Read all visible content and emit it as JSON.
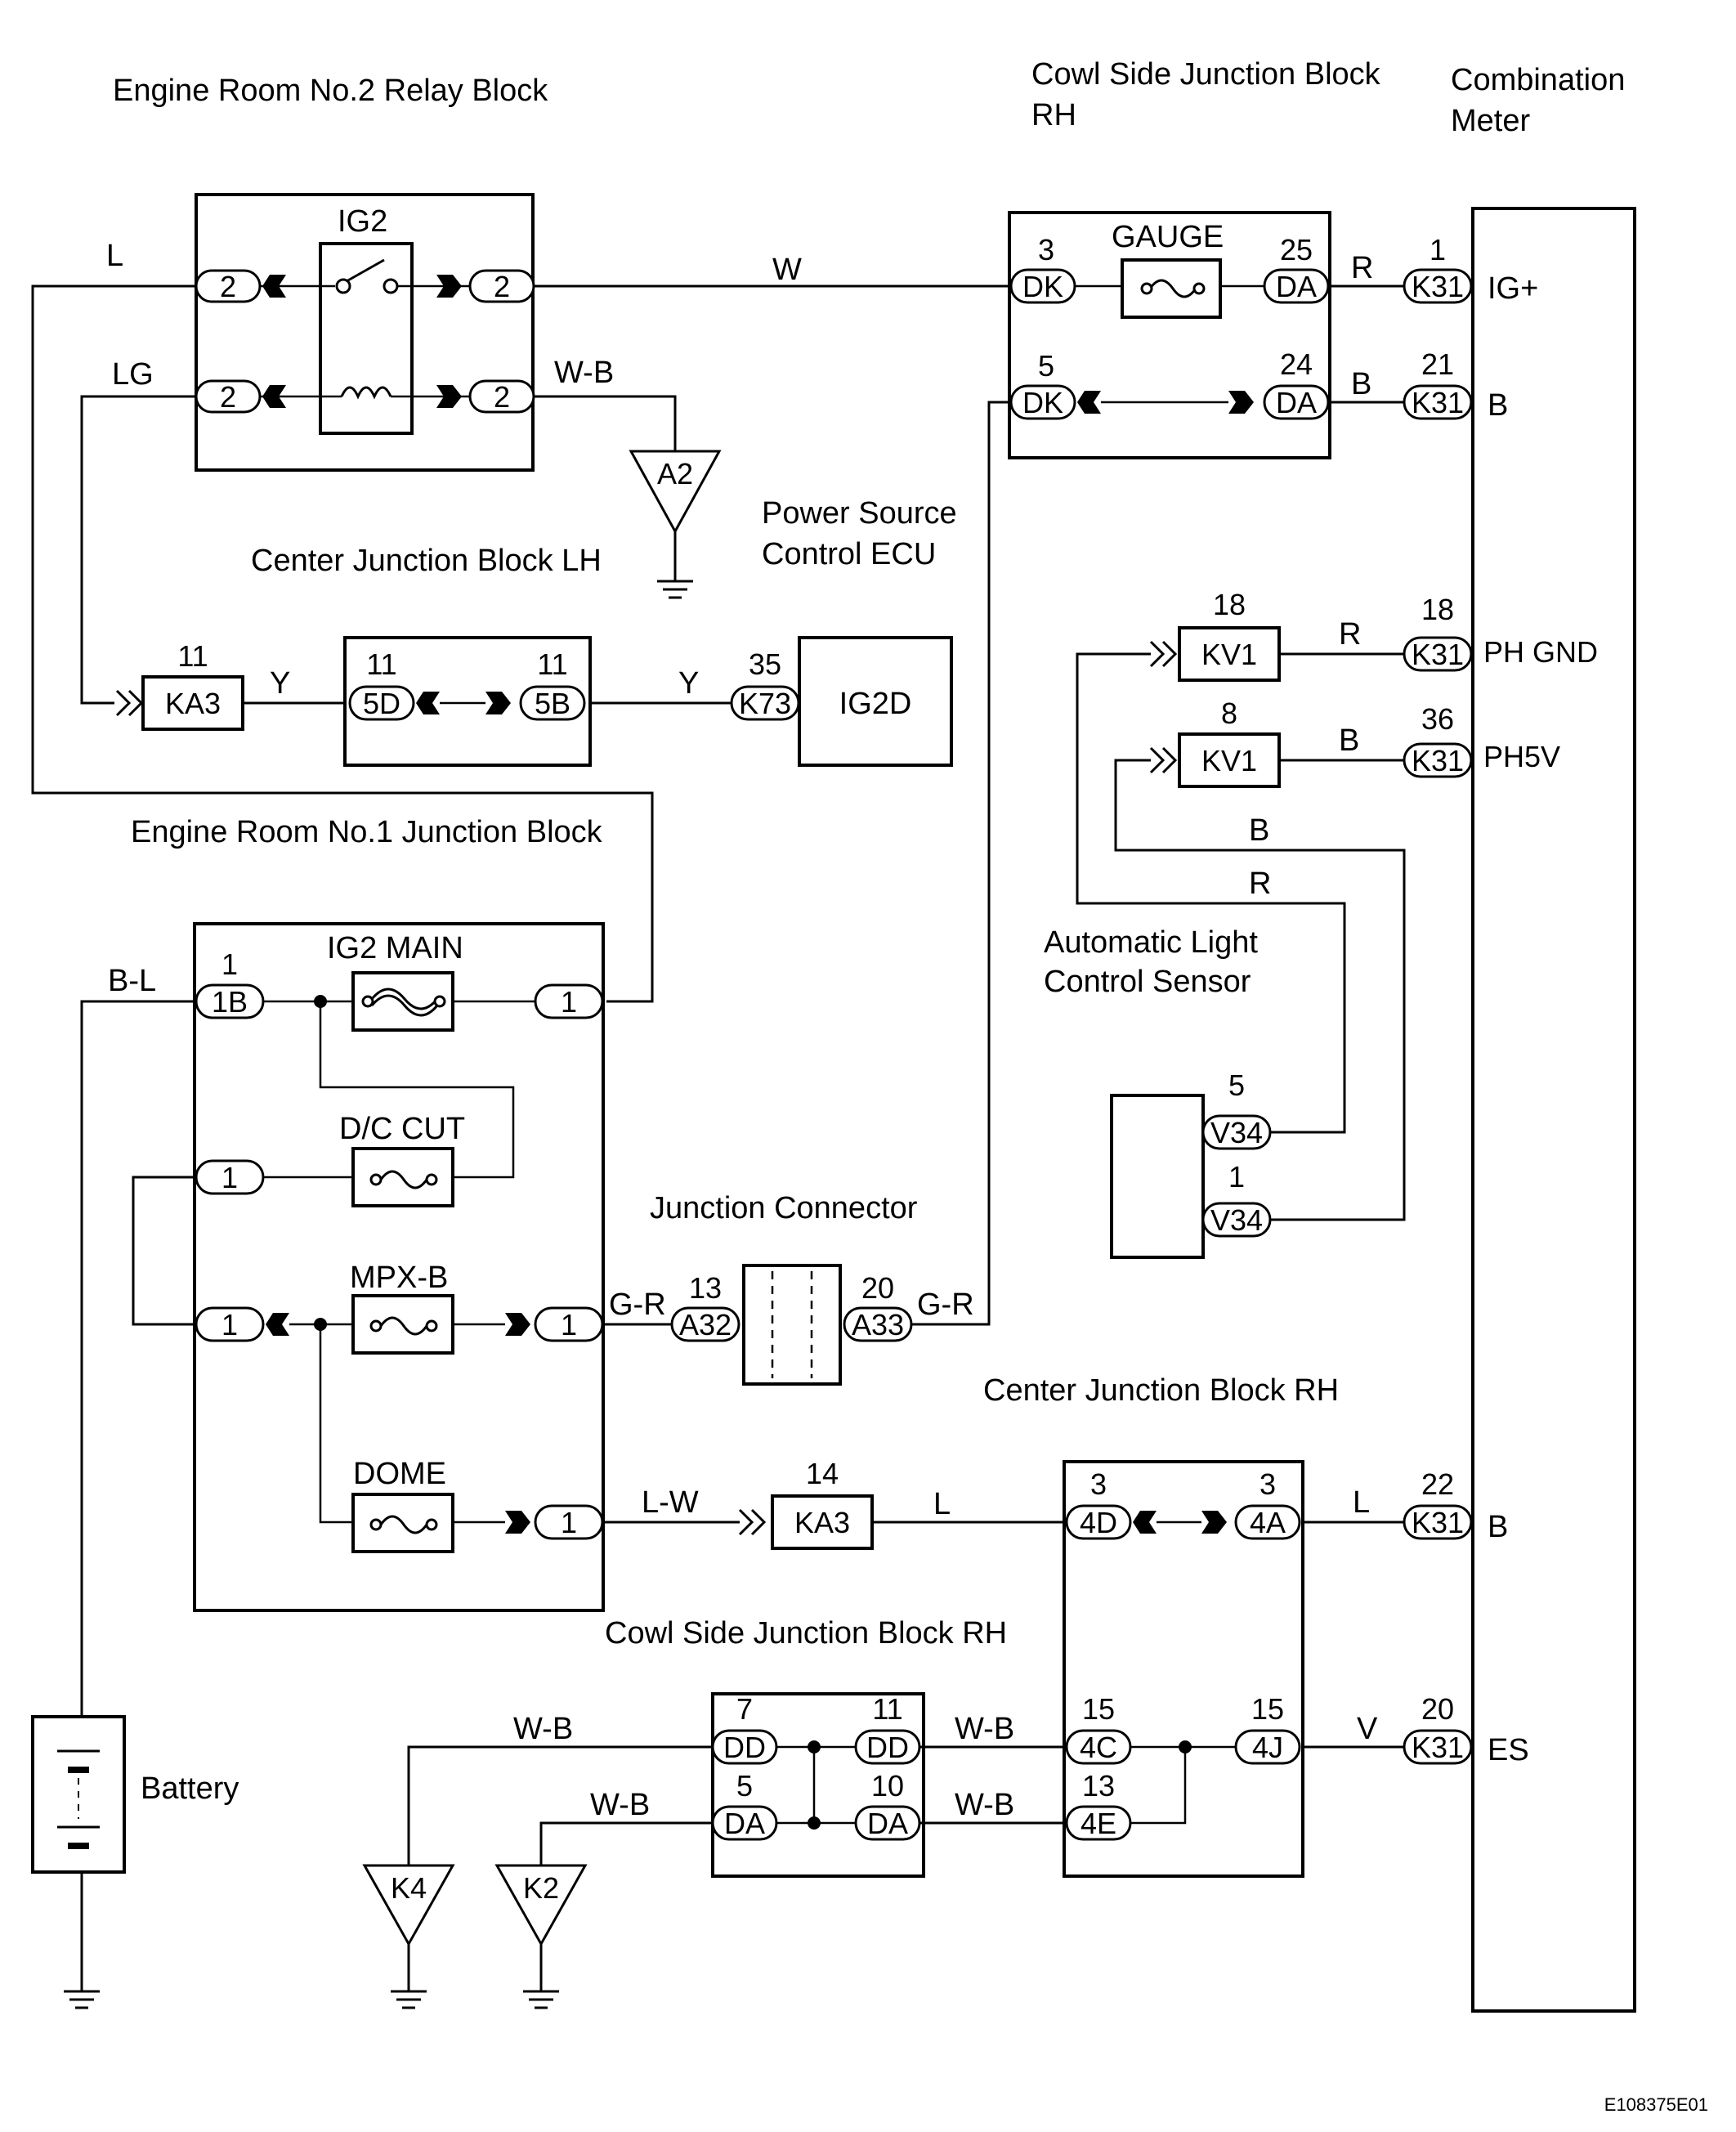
{
  "blocks": {
    "er2_relay": "Engine Room No.2 Relay Block",
    "cowl_rh_top": [
      "Cowl Side Junction Block",
      "RH"
    ],
    "combination_meter": [
      "Combination",
      "Meter"
    ],
    "center_jb_lh": "Center Junction Block LH",
    "power_source_ecu": [
      "Power Source",
      "Control ECU"
    ],
    "er1_jb": "Engine Room No.1 Junction Block",
    "auto_light_sensor": [
      "Automatic Light",
      "Control Sensor"
    ],
    "junction_connector": "Junction Connector",
    "center_jb_rh": "Center Junction Block RH",
    "cowl_rh_bottom": "Cowl Side Junction Block RH",
    "battery": "Battery"
  },
  "components": {
    "ig2": "IG2",
    "gauge": "GAUGE",
    "ig2_main": "IG2 MAIN",
    "dc_cut": "D/C CUT",
    "mpx_b": "MPX-B",
    "dome": "DOME",
    "ig2d": "IG2D"
  },
  "wires": {
    "L": "L",
    "LG": "LG",
    "W": "W",
    "WB": "W-B",
    "R": "R",
    "B": "B",
    "Y": "Y",
    "BL": "B-L",
    "GR": "G-R",
    "LW": "L-W",
    "V": "V"
  },
  "connectors": {
    "two": "2",
    "one": "1",
    "b1": "1B",
    "dk": "DK",
    "da": "DA",
    "dd": "DD",
    "k31": "K31",
    "ka3": "KA3",
    "kv1": "KV1",
    "c5d": "5D",
    "c5b": "5B",
    "k73": "K73",
    "a32": "A32",
    "a33": "A33",
    "v34": "V34",
    "c4d": "4D",
    "c4a": "4A",
    "c4c": "4C",
    "c4j": "4J",
    "c4e": "4E"
  },
  "grounds": {
    "a2": "A2",
    "k4": "K4",
    "k2": "K2"
  },
  "pins": {
    "p1": "1",
    "p3": "3",
    "p5": "5",
    "p7": "7",
    "p8": "8",
    "p10": "10",
    "p11": "11",
    "p13": "13",
    "p14": "14",
    "p15": "15",
    "p18": "18",
    "p20": "20",
    "p21": "21",
    "p22": "22",
    "p24": "24",
    "p25": "25",
    "p35": "35",
    "p36": "36"
  },
  "meter_terminals": {
    "ig": "IG+",
    "b": "B",
    "ph_gnd": "PH GND",
    "ph5v": "PH5V",
    "es": "ES"
  },
  "figure_id": "E108375E01"
}
